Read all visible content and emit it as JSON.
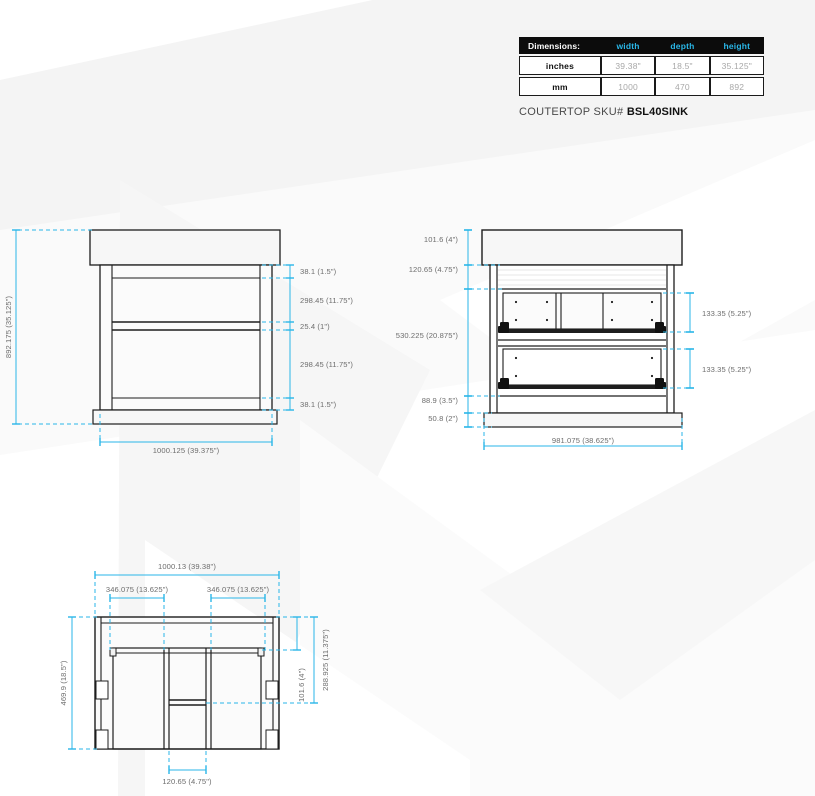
{
  "spec_table": {
    "header": {
      "label": "Dimensions:",
      "columns": [
        "width",
        "depth",
        "height"
      ]
    },
    "rows": [
      {
        "unit": "inches",
        "width": "39.38\"",
        "depth": "18.5\"",
        "height": "35.125\""
      },
      {
        "unit": "mm",
        "width": "1000",
        "depth": "470",
        "height": "892"
      }
    ],
    "header_bg": "#0c0c0c",
    "header_accent": "#2ab7e8"
  },
  "sku": {
    "prefix": "COUTERTOP SKU#",
    "value": "BSL40SINK"
  },
  "views": {
    "front": {
      "name": "front-elevation",
      "overall_height": "892.175 (35.125\")",
      "overall_width": "1000.125 (39.375\")",
      "right_dims": [
        "38.1 (1.5\")",
        "298.45 (11.75\")",
        "25.4 (1\")",
        "298.45 (11.75\")",
        "38.1 (1.5\")"
      ]
    },
    "side": {
      "name": "section-elevation",
      "left_dims": [
        "101.6 (4\")",
        "120.65 (4.75\")",
        "530.225 (20.875\")",
        "88.9 (3.5\")",
        "50.8 (2\")"
      ],
      "right_dims": [
        "133.35 (5.25\")",
        "133.35 (5.25\")"
      ],
      "overall_width": "981.075 (38.625\")"
    },
    "top": {
      "name": "plan-view",
      "overall_width": "1000.13 (39.38\")",
      "segment_left": "346.075 (13.625\")",
      "segment_right": "346.075 (13.625\")",
      "overall_depth": "469.9 (18.5\")",
      "right_outer": "288.925 (11.375\")",
      "right_inner": "101.6 (4\")",
      "bottom_dim": "120.65 (4.75\")"
    }
  },
  "colors": {
    "dimension_line": "#29b6e8",
    "outline": "#1d1d1d",
    "dim_text": "#6d6d6d",
    "panel_fill": "#f7f7f7"
  }
}
